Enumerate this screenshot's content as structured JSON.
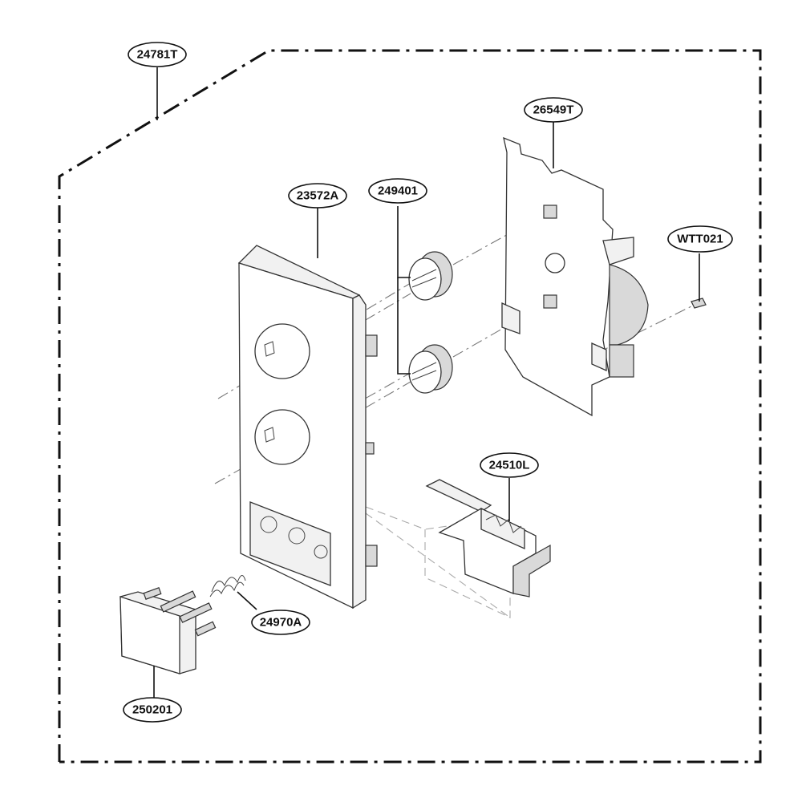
{
  "callouts": {
    "outer_frame": "24781T",
    "control_panel": "23572A",
    "knobs": "249401",
    "timer_bracket": "26549T",
    "screw": "WTT021",
    "latch_lever": "24510L",
    "spring": "24970A",
    "door_button": "250201"
  }
}
